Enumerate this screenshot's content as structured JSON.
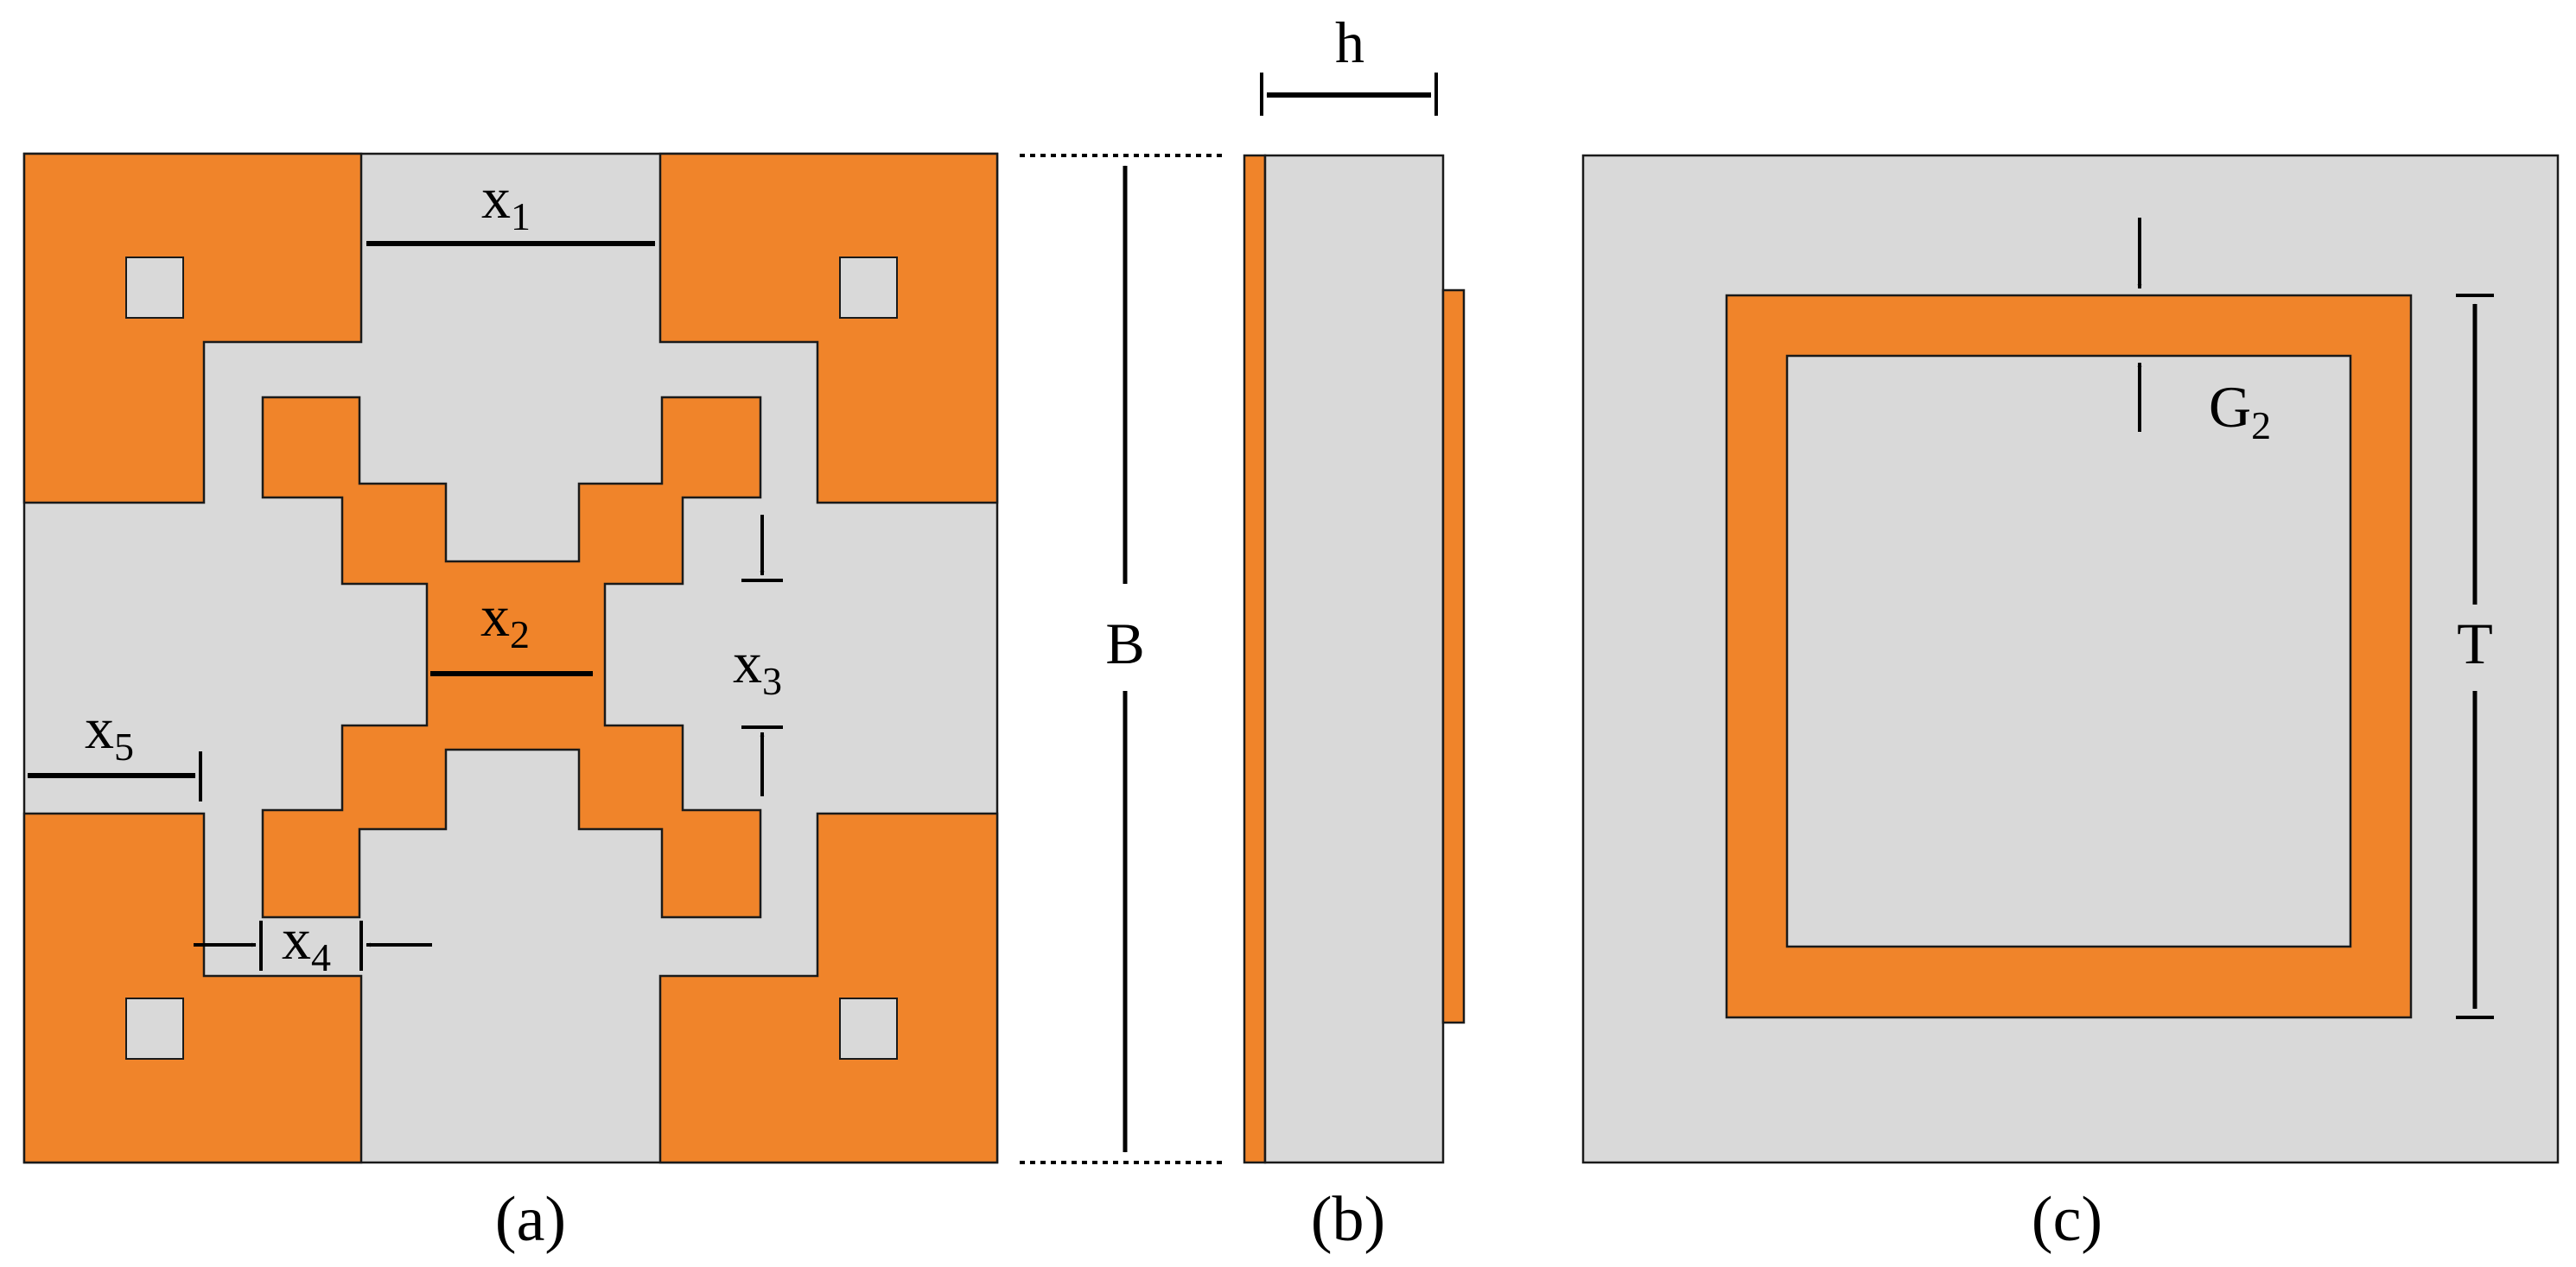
{
  "colors": {
    "copper": "#F0842A",
    "substrate": "#D9D9D9",
    "outline": "#1a1a1a",
    "background": "#FFFFFF"
  },
  "panel_a": {
    "caption": "(a)",
    "labels": {
      "x1": {
        "base": "x",
        "sub": "1"
      },
      "x2": {
        "base": "x",
        "sub": "2"
      },
      "x3": {
        "base": "x",
        "sub": "3"
      },
      "x4": {
        "base": "x",
        "sub": "4"
      },
      "x5": {
        "base": "x",
        "sub": "5"
      }
    }
  },
  "panel_b": {
    "caption": "(b)",
    "labels": {
      "thickness": "h",
      "side_length": "B"
    }
  },
  "panel_c": {
    "caption": "(c)",
    "labels": {
      "gap": {
        "base": "G",
        "sub": "2"
      },
      "ring_length": "T"
    }
  }
}
